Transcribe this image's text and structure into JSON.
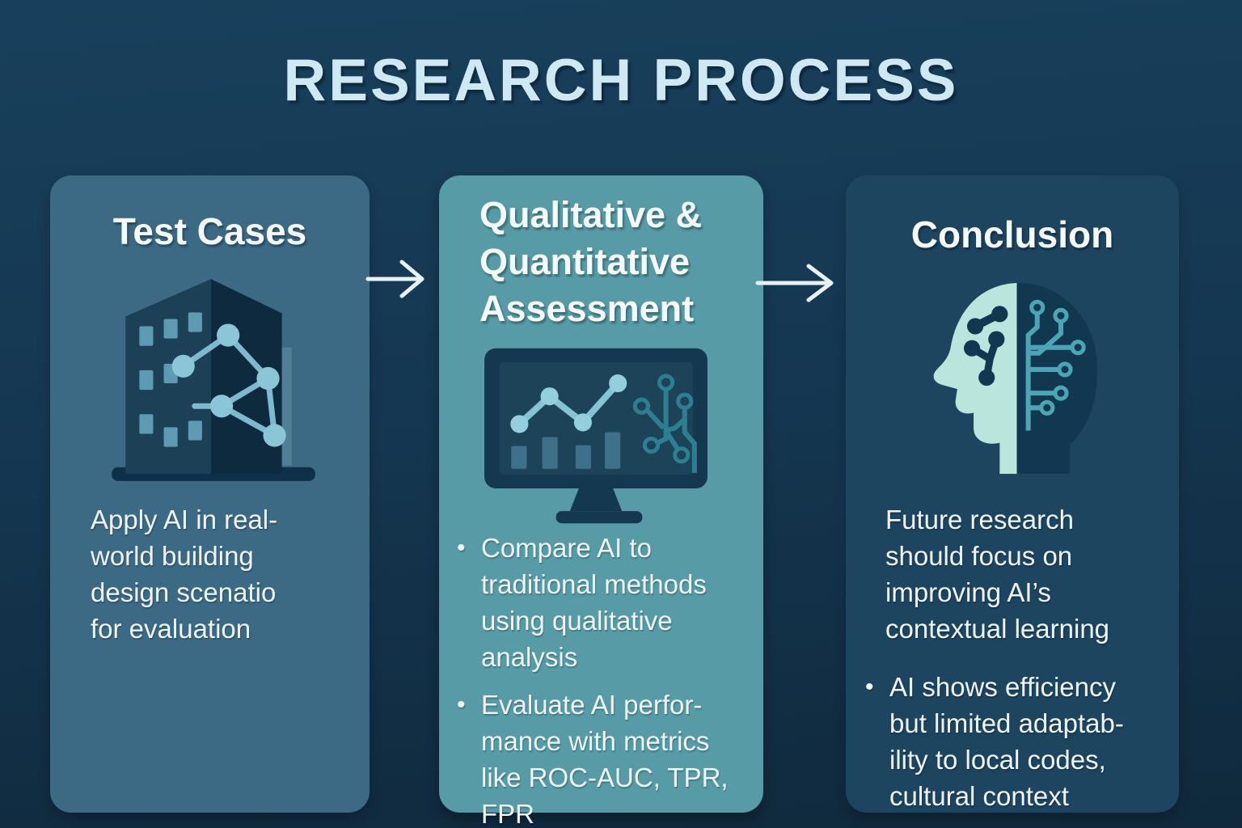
{
  "title": "RESEARCH PROCESS",
  "panels": [
    {
      "id": "test-cases",
      "heading": "Test Cases",
      "icon": "building-network-icon",
      "body": [
        {
          "bullet": "",
          "text": "Apply AI in real-\nworld building\ndesign scenatio\nfor evaluation"
        }
      ]
    },
    {
      "id": "assessment",
      "heading": "Qualitative &\nQuantitative\nAssessment",
      "icon": "monitor-analytics-icon",
      "body": [
        {
          "bullet": "•",
          "text": "Compare AI to\ntraditional methods\nusing qualitative\nanalysis"
        },
        {
          "bullet": "•",
          "text": "Evaluate AI perfor-\nmance with metrics\nlike ROC-AUC, TPR,\nFPR"
        }
      ]
    },
    {
      "id": "conclusion",
      "heading": "Conclusion",
      "icon": "head-circuit-icon",
      "body": [
        {
          "bullet": "",
          "text": "Future research\nshould focus on\nimproving AI’s\ncontextual learning"
        },
        {
          "bullet": "•",
          "text": "AI shows efficiency\nbut limited adaptab-\nility to local codes,\ncultural context"
        }
      ]
    }
  ],
  "colors": {
    "background": "#15374e",
    "panel_test_cases": "#3c6a84",
    "panel_assessment": "#579ba6",
    "panel_conclusion": "#1d4560",
    "title_text": "#cfe9f4",
    "heading_text": "#f4fafc",
    "body_text": "#eef5f8",
    "arrow": "#e7f1f7",
    "icon_teal": "#7fb9cd",
    "icon_dark_navy": "#123750",
    "icon_mint": "#b9e5dc"
  }
}
